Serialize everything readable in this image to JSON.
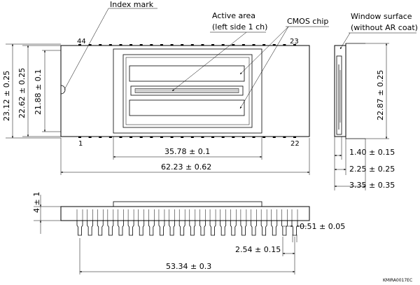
{
  "labels": {
    "index_mark": "Index mark",
    "active_area_1": "Active area",
    "active_area_2": "(left side 1 ch)",
    "cmos_chip": "CMOS chip",
    "window_surface_1": "Window surface",
    "window_surface_2": "(without AR coat)"
  },
  "pins": {
    "p44": "44",
    "p23": "23",
    "p1": "1",
    "p22": "22"
  },
  "dimensions": {
    "height_total": "23.12 ± 0.25",
    "height_package": "22.62 ± 0.25",
    "height_inner": "21.88 ± 0.1",
    "height_side": "22.87 ± 0.25",
    "width_chip": "35.78 ± 0.1",
    "width_total": "62.23 ± 0.62",
    "side_1": "1.40 ± 0.15",
    "side_2": "2.25 ± 0.25",
    "side_3": "3.35 ± 0.35",
    "lead_height": "4 ± 1",
    "lead_width": "0.51 ± 0.05",
    "pitch": "2.54 ± 0.15",
    "span": "53.34 ± 0.3"
  },
  "footer": {
    "code": "KMIRA0017EC"
  }
}
